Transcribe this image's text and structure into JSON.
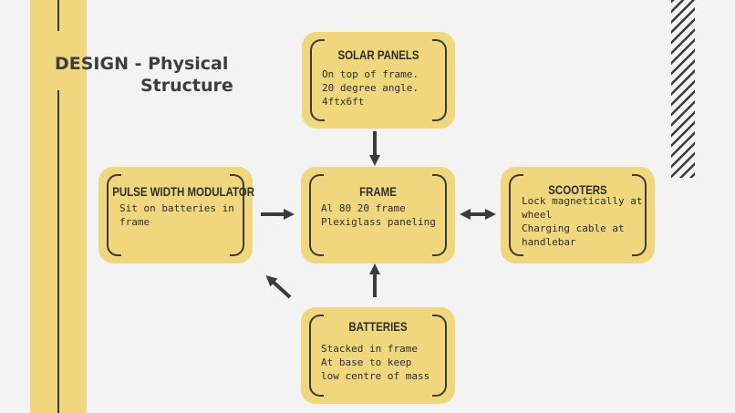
{
  "slide": {
    "title_line1": "DESIGN - Physical",
    "title_line2": "Structure"
  },
  "nodes": {
    "solar": {
      "title": "SOLAR PANELS",
      "text": "On top of frame.\n20 degree angle.\n4ftx6ft"
    },
    "pwm": {
      "title": "PULSE WIDTH MODULATOR",
      "text": "Sit on batteries in\nframe"
    },
    "frame": {
      "title": "FRAME",
      "text": "Al 80 20 frame\nPlexiglass paneling"
    },
    "scooters": {
      "title": "SCOOTERS",
      "text": "Lock magnetically at\nwheel\nCharging cable at\nhandlebar"
    },
    "batteries": {
      "title": "BATTERIES",
      "text": "Stacked in frame\nAt base to keep\nlow centre of mass"
    }
  },
  "colors": {
    "accent": "#f0d67c",
    "ink": "#3b3b3b",
    "background": "#f3f3f3"
  }
}
